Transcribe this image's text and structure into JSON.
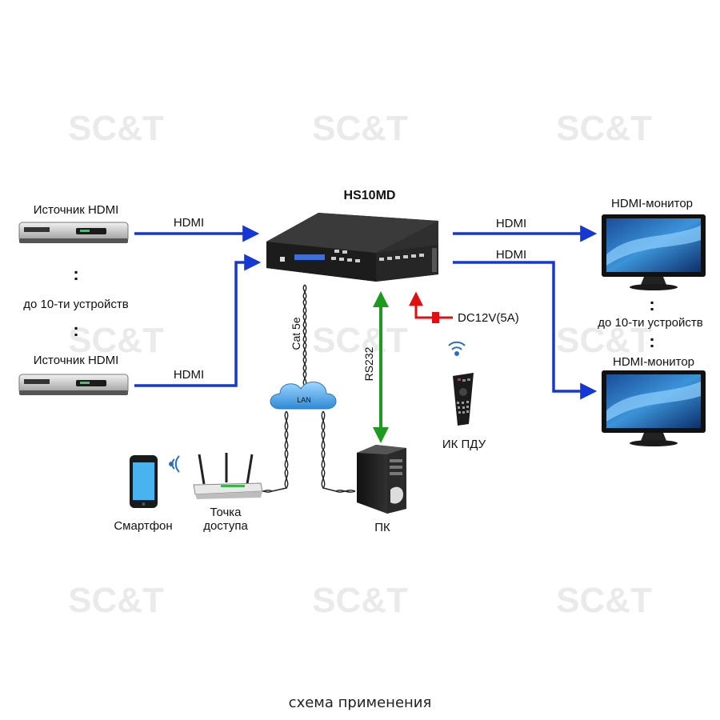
{
  "watermark": "SC&T",
  "device": {
    "title": "HS10MD"
  },
  "sources": {
    "label_top": "Источник HDMI",
    "label_bottom": "Источник HDMI",
    "count_note": "до 10-ти устройств",
    "dots": ":"
  },
  "monitors": {
    "label_top": "HDMI-монитор",
    "label_bottom": "HDMI-монитор",
    "count_note": "до 10-ти устройств",
    "dots": ":"
  },
  "links": {
    "hdmi_in_top": "HDMI",
    "hdmi_in_bottom": "HDMI",
    "hdmi_out_top": "HDMI",
    "hdmi_out_bottom": "HDMI",
    "cat": "Cat 5e",
    "rs232": "RS232",
    "power": "DC12V(5A)",
    "lan": "LAN"
  },
  "devices": {
    "smartphone": "Смартфон",
    "access_point_line1": "Точка",
    "access_point_line2": "доступа",
    "pc": "ПК",
    "remote": "ИК ПДУ"
  },
  "caption": "схема применения",
  "colors": {
    "hdmi": "#1437d6",
    "rs232": "#1e9a1e",
    "power": "#e01010"
  }
}
